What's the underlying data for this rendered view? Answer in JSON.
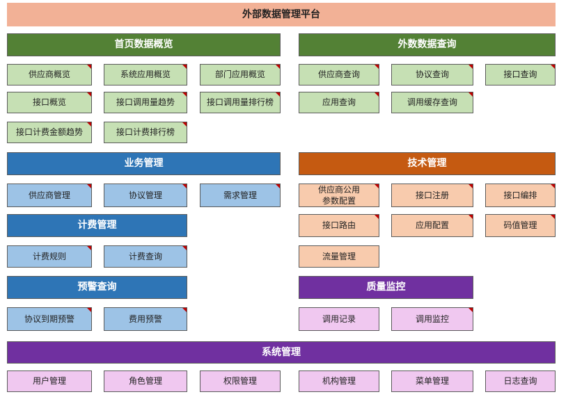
{
  "title": "外部数据管理平台",
  "home": {
    "header": "首页数据概览",
    "items": [
      "供应商概览",
      "系统应用概览",
      "部门应用概览",
      "接口概览",
      "接口调用量趋势",
      "接口调用量排行榜",
      "接口计费金额趋势",
      "接口计费排行榜"
    ]
  },
  "query": {
    "header": "外数数据查询",
    "items": [
      "供应商查询",
      "协议查询",
      "接口查询",
      "应用查询",
      "调用缓存查询"
    ]
  },
  "business": {
    "header": "业务管理",
    "items": [
      "供应商管理",
      "协议管理",
      "需求管理"
    ]
  },
  "tech": {
    "header": "技术管理",
    "items": [
      "供应商公用",
      "参数配置",
      "接口注册",
      "接口编排",
      "接口路由",
      "应用配置",
      "码值管理",
      "流量管理"
    ]
  },
  "billing": {
    "header": "计费管理",
    "items": [
      "计费规则",
      "计费查询"
    ]
  },
  "alert": {
    "header": "预警查询",
    "items": [
      "协议到期预警",
      "费用预警"
    ]
  },
  "quality": {
    "header": "质量监控",
    "items": [
      "调用记录",
      "调用监控"
    ]
  },
  "system": {
    "header": "系统管理",
    "items": [
      "用户管理",
      "角色管理",
      "权限管理",
      "机构管理",
      "菜单管理",
      "日志查询"
    ]
  },
  "colors": {
    "title": "#f2b196",
    "green_header": "#538135",
    "green_item": "#c6e0b4",
    "blue_header": "#2e75b6",
    "blue_item": "#9dc3e6",
    "orange_header": "#c55a11",
    "orange_item": "#f8cbad",
    "purple_header": "#7030a0",
    "purple_item": "#f0c8f0",
    "corner_marker": "#c00000"
  }
}
